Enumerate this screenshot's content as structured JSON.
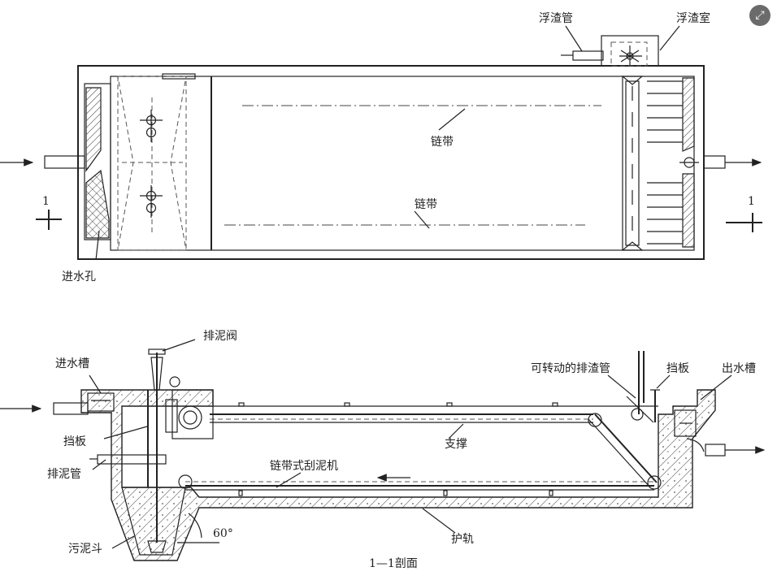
{
  "plan_view": {
    "scum_pipe": "浮渣管",
    "scum_chamber": "浮渣室",
    "chain_belt_upper": "链带",
    "chain_belt_lower": "链带",
    "inlet_hole": "进水孔",
    "section_mark_left": "1",
    "section_mark_right": "1"
  },
  "section_view": {
    "sludge_valve": "排泥阀",
    "inlet_trough": "进水槽",
    "rotatable_scum_pipe": "可转动的排渣管",
    "baffle_right": "挡板",
    "outlet_trough": "出水槽",
    "baffle_left": "挡板",
    "support": "支撑",
    "sludge_pipe": "排泥管",
    "chain_scraper": "链带式刮泥机",
    "sludge_hopper": "污泥斗",
    "angle": "60°",
    "guard_rail": "护轨",
    "caption": "1—1剖面"
  },
  "icons": {
    "corner": "expand-icon"
  }
}
